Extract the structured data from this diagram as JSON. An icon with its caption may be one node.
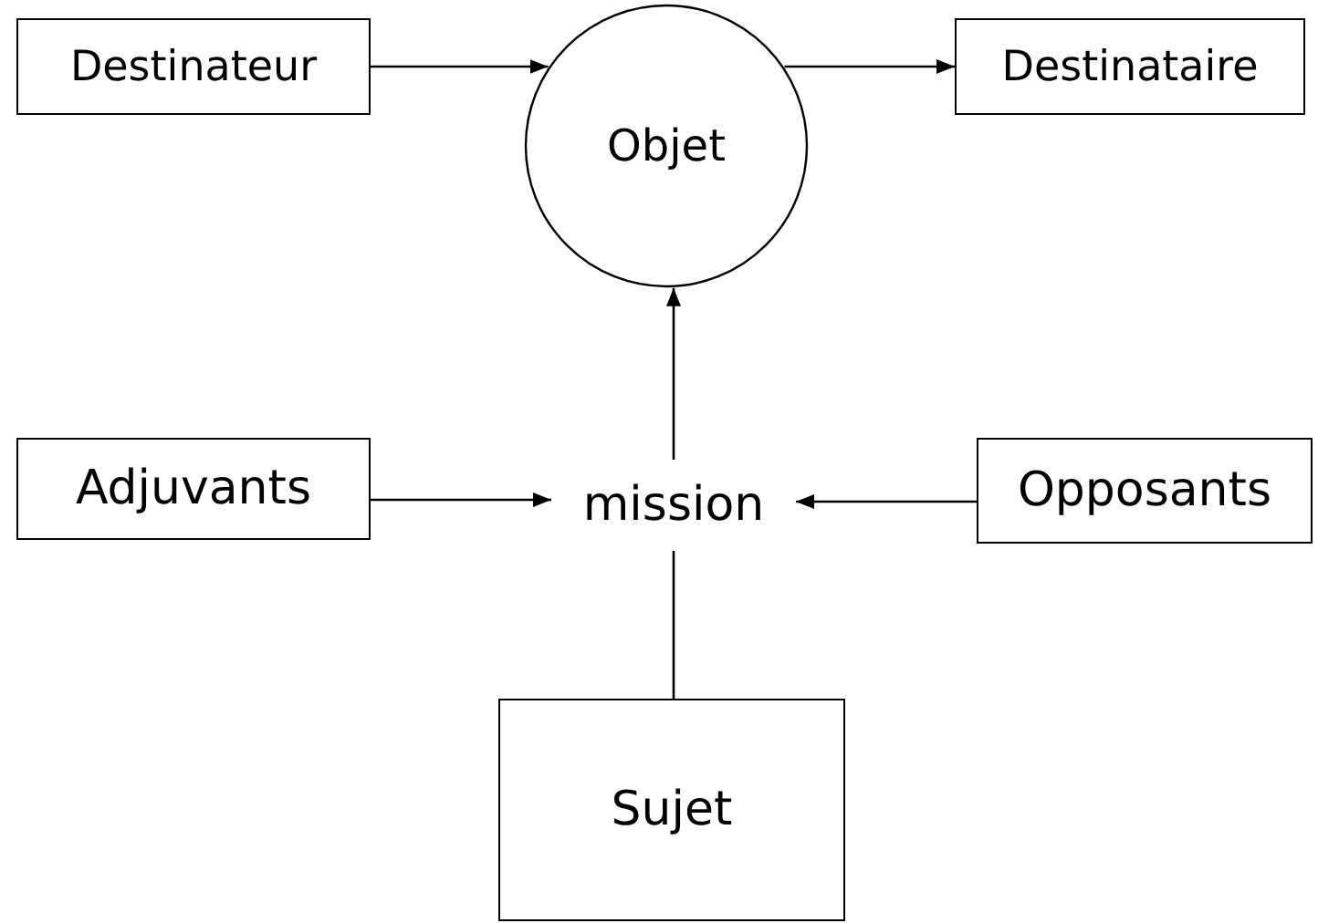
{
  "diagram": {
    "nodes": [
      {
        "text": [
          "Destinateur"
        ]
      },
      {
        "text": [
          "Objet"
        ]
      },
      {
        "text": [
          "Destinataire"
        ]
      },
      {
        "text": [
          "Adjuvants"
        ]
      },
      {
        "text": [
          "mission"
        ]
      },
      {
        "text": [
          "Opposants"
        ]
      },
      {
        "text": [
          "Sujet"
        ]
      }
    ],
    "edges": [
      {
        "from": 0,
        "to": 1,
        "arrow": "to"
      },
      {
        "from": 1,
        "to": 2,
        "arrow": "to"
      },
      {
        "from": 4,
        "to": 1,
        "arrow": "to"
      },
      {
        "from": 3,
        "to": 4,
        "arrow": "to"
      },
      {
        "from": 5,
        "to": 4,
        "arrow": "to"
      },
      {
        "from": 6,
        "to": 4,
        "arrow": "none"
      }
    ]
  }
}
